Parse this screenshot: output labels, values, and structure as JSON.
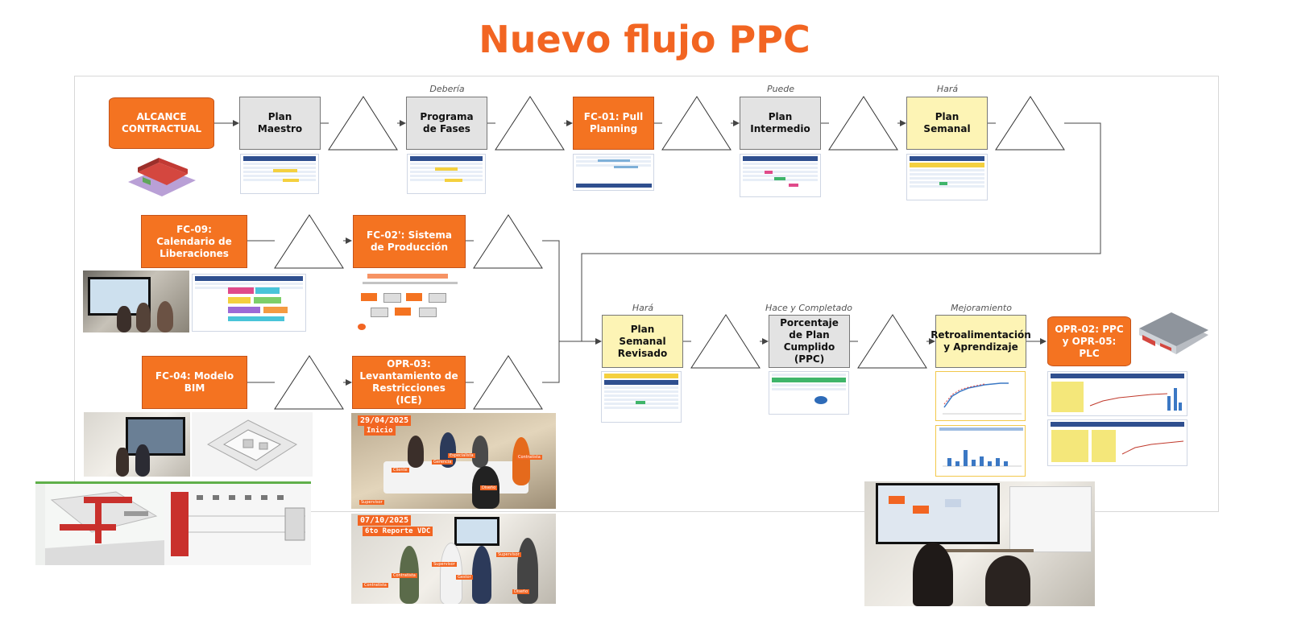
{
  "title": "Nuevo flujo PPC",
  "row1": {
    "alcance": "ALCANCE CONTRACTUAL",
    "plan_maestro": "Plan Maestro",
    "programa_fases": "Programa de Fases",
    "pull_planning": "FC-01: Pull Planning",
    "plan_intermedio": "Plan Intermedio",
    "plan_semanal": "Plan Semanal",
    "note_deberia": "Debería",
    "note_puede": "Puede",
    "note_hara": "Hará"
  },
  "row2": {
    "calendario": "FC-09: Calendario de Liberaciones",
    "sistema": "FC-02': Sistema de Producción",
    "modelo_bim": "FC-04: Modelo BIM",
    "restricciones": "OPR-03: Levantamiento de Restricciones (ICE)"
  },
  "row3": {
    "semanal_revisado": "Plan Semanal Revisado",
    "ppc": "Porcentaje de Plan Cumplido (PPC)",
    "retro": "Retroalimentación y Aprendizaje",
    "opr": "OPR-02: PPC y OPR-05:  PLC",
    "note_hara": "Hará",
    "note_hace": "Hace y Completado",
    "note_mejora": "Mejoramiento"
  },
  "photos": {
    "date1": "29/04/2025",
    "label1": "Inicio",
    "date2": "07/10/2025",
    "label2": "6to Reporte VDC"
  },
  "colors": {
    "accent": "#f26522",
    "orange_box": "#f47321",
    "gray_box": "#e3e3e3",
    "yellow_box": "#fdf4b5"
  }
}
